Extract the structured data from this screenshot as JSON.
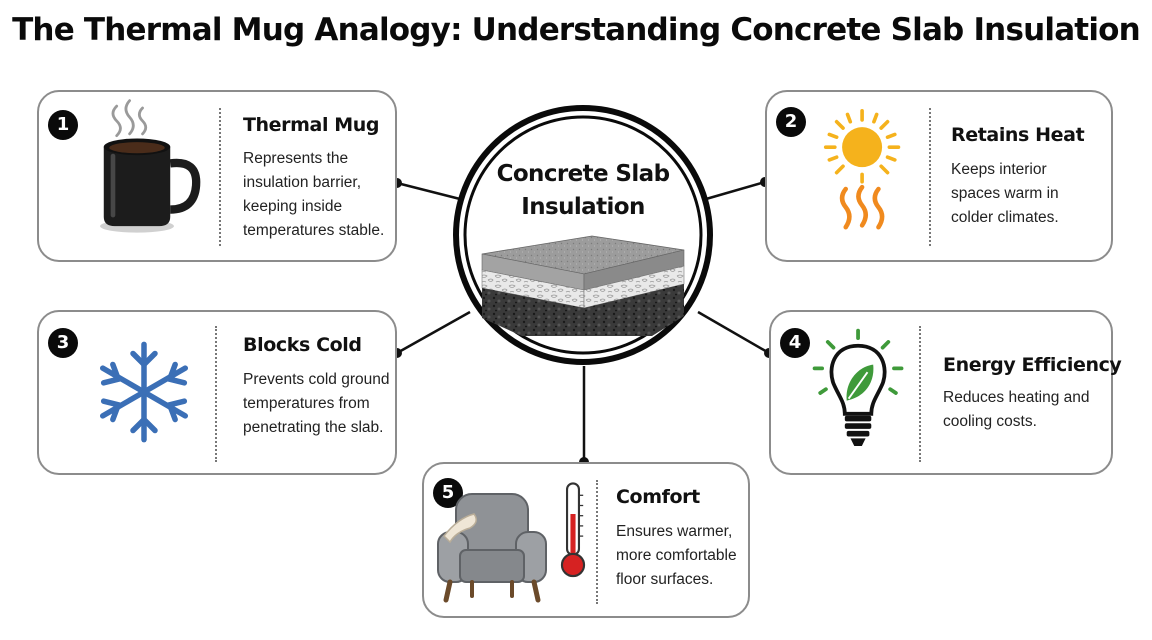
{
  "title": "The Thermal Mug Analogy: Understanding Concrete Slab Insulation",
  "center": {
    "title": "Concrete Slab Insulation"
  },
  "cards": [
    {
      "number": "1",
      "title": "Thermal Mug",
      "description": "Represents the insulation barrier, keeping inside temperatures stable.",
      "icon": "mug-icon"
    },
    {
      "number": "2",
      "title": "Retains Heat",
      "description": "Keeps interior spaces warm in colder climates.",
      "icon": "sun-heat-icon"
    },
    {
      "number": "3",
      "title": "Blocks Cold",
      "description": "Prevents cold ground temperatures from penetrating the slab.",
      "icon": "snowflake-icon"
    },
    {
      "number": "4",
      "title": "Energy Efficiency",
      "description": "Reduces heating and cooling costs.",
      "icon": "lightbulb-leaf-icon"
    },
    {
      "number": "5",
      "title": "Comfort",
      "description": "Ensures warmer, more comfortable floor surfaces.",
      "icon": "armchair-thermometer-icon"
    }
  ],
  "colors": {
    "sun": "#f5b21c",
    "heat_waves": "#f08a1e",
    "snowflake": "#3b6fb6",
    "leaf": "#3f9a3a",
    "thermometer": "#d62222",
    "chair": "#8f9296"
  }
}
